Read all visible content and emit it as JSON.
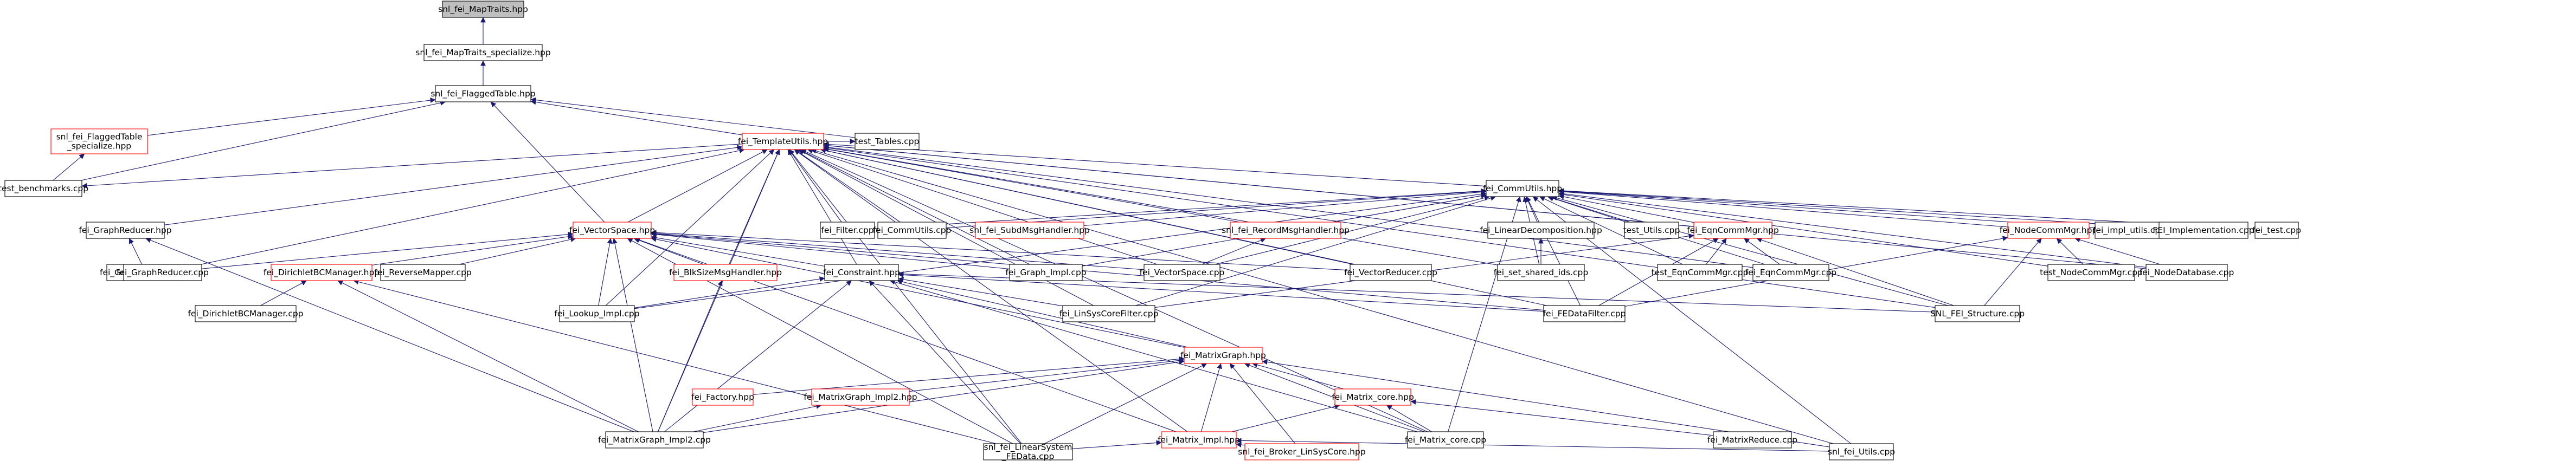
{
  "colors": {
    "edge": "#191970",
    "node_root_fill": "#bfbfbf",
    "node_root_border": "#000000",
    "node_normal_border": "#000000",
    "node_truncated_border": "#ff0000",
    "node_fill": "#ffffff"
  },
  "nodes": [
    {
      "id": "maptraits",
      "lines": [
        "snl_fei_MapTraits.hpp"
      ],
      "kind": "root"
    },
    {
      "id": "maptraits_spec",
      "lines": [
        "snl_fei_MapTraits_specialize.hpp"
      ],
      "kind": "normal"
    },
    {
      "id": "flaggedtable",
      "lines": [
        "snl_fei_FlaggedTable.hpp"
      ],
      "kind": "normal"
    },
    {
      "id": "flaggedtable_spec",
      "lines": [
        "snl_fei_FlaggedTable",
        "_specialize.hpp"
      ],
      "kind": "truncated"
    },
    {
      "id": "test_benchmarks",
      "lines": [
        "test_benchmarks.cpp"
      ],
      "kind": "normal"
    },
    {
      "id": "test_tables",
      "lines": [
        "test_Tables.cpp"
      ],
      "kind": "normal"
    },
    {
      "id": "templateutils",
      "lines": [
        "fei_TemplateUtils.hpp"
      ],
      "kind": "truncated"
    },
    {
      "id": "commutils",
      "lines": [
        "fei_CommUtils.hpp"
      ],
      "kind": "normal"
    },
    {
      "id": "graphreducer_hpp",
      "lines": [
        "fei_GraphReducer.hpp"
      ],
      "kind": "normal"
    },
    {
      "id": "graphreducer_cpp",
      "lines": [
        "fei_GraphReducer.cpp"
      ],
      "kind": "normal"
    },
    {
      "id": "vectorspace_hpp",
      "lines": [
        "fei_VectorSpace.hpp"
      ],
      "kind": "truncated"
    },
    {
      "id": "filter_cpp",
      "lines": [
        "fei_Filter.cpp"
      ],
      "kind": "normal"
    },
    {
      "id": "commutils_cpp",
      "lines": [
        "fei_CommUtils.cpp"
      ],
      "kind": "normal"
    },
    {
      "id": "submsghandler",
      "lines": [
        "snl_fei_SubdMsgHandler.hpp"
      ],
      "kind": "truncated"
    },
    {
      "id": "recordmsghandler",
      "lines": [
        "snl_fei_RecordMsgHandler.hpp"
      ],
      "kind": "truncated"
    },
    {
      "id": "lineardecomp",
      "lines": [
        "fei_LinearDecomposition.hpp"
      ],
      "kind": "normal"
    },
    {
      "id": "test_utils",
      "lines": [
        "test_Utils.cpp"
      ],
      "kind": "normal"
    },
    {
      "id": "eqncommmgr_hpp",
      "lines": [
        "fei_EqnCommMgr.hpp"
      ],
      "kind": "truncated"
    },
    {
      "id": "nodecommmgr_hpp",
      "lines": [
        "fei_NodeCommMgr.hpp"
      ],
      "kind": "truncated"
    },
    {
      "id": "impl_utils",
      "lines": [
        "fei_impl_utils.cpp"
      ],
      "kind": "normal"
    },
    {
      "id": "fei_impl_cpp",
      "lines": [
        "FEI_Implementation.cpp"
      ],
      "kind": "normal"
    },
    {
      "id": "fei_test",
      "lines": [
        "fei_test.cpp"
      ],
      "kind": "normal"
    },
    {
      "id": "graphreducer_cpp2",
      "lines": [
        "fei_GraphReducer.cpp"
      ],
      "kind": "normal"
    },
    {
      "id": "dirichlet_hpp",
      "lines": [
        "fei_DirichletBCManager.hpp"
      ],
      "kind": "truncated"
    },
    {
      "id": "reversemapper",
      "lines": [
        "fei_ReverseMapper.cpp"
      ],
      "kind": "normal"
    },
    {
      "id": "bcsmsghandler",
      "lines": [
        "fei_BlkSizeMsgHandler.hpp"
      ],
      "kind": "truncated"
    },
    {
      "id": "constraint_hpp",
      "lines": [
        "fei_Constraint.hpp"
      ],
      "kind": "normal"
    },
    {
      "id": "graph_impl",
      "lines": [
        "fei_Graph_Impl.cpp"
      ],
      "kind": "normal"
    },
    {
      "id": "vectorspace_cpp",
      "lines": [
        "fei_VectorSpace.cpp"
      ],
      "kind": "normal"
    },
    {
      "id": "vectorreducer",
      "lines": [
        "fei_VectorReducer.cpp"
      ],
      "kind": "normal"
    },
    {
      "id": "set_shared_ids",
      "lines": [
        "fei_set_shared_ids.cpp"
      ],
      "kind": "normal"
    },
    {
      "id": "test_eqncommmgr",
      "lines": [
        "test_EqnCommMgr.cpp"
      ],
      "kind": "normal"
    },
    {
      "id": "eqncommmgr_cpp",
      "lines": [
        "fei_EqnCommMgr.cpp"
      ],
      "kind": "normal"
    },
    {
      "id": "test_nodecommmgr",
      "lines": [
        "test_NodeCommMgr.cpp"
      ],
      "kind": "normal"
    },
    {
      "id": "nodedatabase",
      "lines": [
        "fei_NodeDatabase.cpp"
      ],
      "kind": "normal"
    },
    {
      "id": "dirichlet_cpp",
      "lines": [
        "fei_DirichletBCManager.cpp"
      ],
      "kind": "normal"
    },
    {
      "id": "lookup_impl",
      "lines": [
        "fei_Lookup_Impl.cpp"
      ],
      "kind": "normal"
    },
    {
      "id": "linsyscorefilter",
      "lines": [
        "fei_LinSysCoreFilter.cpp"
      ],
      "kind": "normal"
    },
    {
      "id": "fedatafilter",
      "lines": [
        "fei_FEDataFilter.cpp"
      ],
      "kind": "normal"
    },
    {
      "id": "snl_fei_structure",
      "lines": [
        "SNL_FEI_Structure.cpp"
      ],
      "kind": "normal"
    },
    {
      "id": "matrixgraph_hpp",
      "lines": [
        "fei_MatrixGraph.hpp"
      ],
      "kind": "truncated"
    },
    {
      "id": "factory_hpp",
      "lines": [
        "fei_Factory.hpp"
      ],
      "kind": "truncated"
    },
    {
      "id": "matrixgraph_impl2_hpp",
      "lines": [
        "fei_MatrixGraph_Impl2.hpp"
      ],
      "kind": "truncated"
    },
    {
      "id": "matrix_core_hpp",
      "lines": [
        "fei_Matrix_core.hpp"
      ],
      "kind": "truncated"
    },
    {
      "id": "matrixgraph_impl2_cpp",
      "lines": [
        "fei_MatrixGraph_Impl2.cpp"
      ],
      "kind": "normal"
    },
    {
      "id": "matrix_core_cpp",
      "lines": [
        "fei_Matrix_core.cpp"
      ],
      "kind": "normal"
    },
    {
      "id": "matrixreduce",
      "lines": [
        "fei_MatrixReduce.cpp"
      ],
      "kind": "normal"
    },
    {
      "id": "matrix_impl_hpp",
      "lines": [
        "fei_Matrix_Impl.hpp"
      ],
      "kind": "truncated"
    },
    {
      "id": "linearsystem_fedata",
      "lines": [
        "snl_fei_LinearSystem",
        "_FEData.cpp"
      ],
      "kind": "normal"
    },
    {
      "id": "broker_linsyscore",
      "lines": [
        "snl_fei_Broker_LinSysCore.hpp"
      ],
      "kind": "truncated"
    },
    {
      "id": "snl_fei_utils",
      "lines": [
        "snl_fei_Utils.cpp"
      ],
      "kind": "normal"
    }
  ],
  "edges": [
    [
      "maptraits_spec",
      "maptraits"
    ],
    [
      "flaggedtable",
      "maptraits_spec"
    ],
    [
      "flaggedtable_spec",
      "flaggedtable"
    ],
    [
      "test_benchmarks",
      "flaggedtable"
    ],
    [
      "test_tables",
      "flaggedtable"
    ],
    [
      "templateutils",
      "flaggedtable"
    ],
    [
      "vectorspace_hpp",
      "flaggedtable"
    ],
    [
      "test_benchmarks",
      "flaggedtable_spec"
    ],
    [
      "templateutils",
      "test_benchmarks"
    ],
    [
      "templateutils",
      "test_tables"
    ],
    [
      "commutils",
      "templateutils"
    ],
    [
      "graphreducer_hpp",
      "templateutils"
    ],
    [
      "vectorspace_hpp",
      "templateutils"
    ],
    [
      "filter_cpp",
      "templateutils"
    ],
    [
      "commutils_cpp",
      "templateutils"
    ],
    [
      "recordmsghandler",
      "templateutils"
    ],
    [
      "eqncommmgr_hpp",
      "templateutils"
    ],
    [
      "graphreducer_cpp2",
      "templateutils"
    ],
    [
      "lookup_impl",
      "templateutils"
    ],
    [
      "graph_impl",
      "templateutils"
    ],
    [
      "vectorspace_cpp",
      "templateutils"
    ],
    [
      "vectorreducer",
      "templateutils"
    ],
    [
      "set_shared_ids",
      "templateutils"
    ],
    [
      "eqncommmgr_cpp",
      "templateutils"
    ],
    [
      "nodedatabase",
      "templateutils"
    ],
    [
      "snl_fei_structure",
      "templateutils"
    ],
    [
      "linsyscorefilter",
      "templateutils"
    ],
    [
      "fedatafilter",
      "templateutils"
    ],
    [
      "matrixgraph_impl2_cpp",
      "templateutils"
    ],
    [
      "matrix_impl_hpp",
      "templateutils"
    ],
    [
      "linearsystem_fedata",
      "templateutils"
    ],
    [
      "snl_fei_utils",
      "templateutils"
    ],
    [
      "bcsmsghandler",
      "templateutils"
    ],
    [
      "constraint_hpp",
      "templateutils"
    ],
    [
      "matrix_core_cpp",
      "templateutils"
    ],
    [
      "filter_cpp",
      "commutils"
    ],
    [
      "commutils_cpp",
      "commutils"
    ],
    [
      "submsghandler",
      "commutils"
    ],
    [
      "recordmsghandler",
      "commutils"
    ],
    [
      "lineardecomp",
      "commutils"
    ],
    [
      "test_utils",
      "commutils"
    ],
    [
      "eqncommmgr_hpp",
      "commutils"
    ],
    [
      "nodecommmgr_hpp",
      "commutils"
    ],
    [
      "impl_utils",
      "commutils"
    ],
    [
      "fei_impl_cpp",
      "commutils"
    ],
    [
      "fei_test",
      "commutils"
    ],
    [
      "vectorspace_cpp",
      "commutils"
    ],
    [
      "set_shared_ids",
      "commutils"
    ],
    [
      "test_eqncommmgr",
      "commutils"
    ],
    [
      "eqncommmgr_cpp",
      "commutils"
    ],
    [
      "test_nodecommmgr",
      "commutils"
    ],
    [
      "nodedatabase",
      "commutils"
    ],
    [
      "snl_fei_structure",
      "commutils"
    ],
    [
      "linsyscorefilter",
      "commutils"
    ],
    [
      "fedatafilter",
      "commutils"
    ],
    [
      "matrix_core_cpp",
      "commutils"
    ],
    [
      "snl_fei_utils",
      "commutils"
    ],
    [
      "lookup_impl",
      "commutils"
    ],
    [
      "graph_impl",
      "commutils"
    ],
    [
      "graphreducer_cpp",
      "graphreducer_hpp"
    ],
    [
      "matrixgraph_impl2_cpp",
      "graphreducer_hpp"
    ],
    [
      "graphreducer_cpp2",
      "vectorspace_hpp"
    ],
    [
      "dirichlet_hpp",
      "vectorspace_hpp"
    ],
    [
      "reversemapper",
      "vectorspace_hpp"
    ],
    [
      "bcsmsghandler",
      "vectorspace_hpp"
    ],
    [
      "constraint_hpp",
      "vectorspace_hpp"
    ],
    [
      "graph_impl",
      "vectorspace_hpp"
    ],
    [
      "vectorspace_cpp",
      "vectorspace_hpp"
    ],
    [
      "vectorreducer",
      "vectorspace_hpp"
    ],
    [
      "lookup_impl",
      "vectorspace_hpp"
    ],
    [
      "matrixgraph_hpp",
      "vectorspace_hpp"
    ],
    [
      "matrixgraph_impl2_cpp",
      "vectorspace_hpp"
    ],
    [
      "linearsystem_fedata",
      "vectorspace_hpp"
    ],
    [
      "fedatafilter",
      "vectorspace_hpp"
    ],
    [
      "matrix_impl_hpp",
      "vectorspace_hpp"
    ],
    [
      "dirichlet_cpp",
      "dirichlet_hpp"
    ],
    [
      "matrixgraph_impl2_cpp",
      "dirichlet_hpp"
    ],
    [
      "linearsystem_fedata",
      "dirichlet_hpp"
    ],
    [
      "lookup_impl",
      "constraint_hpp"
    ],
    [
      "matrixgraph_hpp",
      "constraint_hpp"
    ],
    [
      "matrixgraph_impl2_cpp",
      "constraint_hpp"
    ],
    [
      "linearsystem_fedata",
      "constraint_hpp"
    ],
    [
      "linsyscorefilter",
      "constraint_hpp"
    ],
    [
      "matrix_core_cpp",
      "constraint_hpp"
    ],
    [
      "fedatafilter",
      "constraint_hpp"
    ],
    [
      "snl_fei_structure",
      "constraint_hpp"
    ],
    [
      "matrixgraph_impl2_cpp",
      "bcsmsghandler"
    ],
    [
      "vectorspace_cpp",
      "recordmsghandler"
    ],
    [
      "set_shared_ids",
      "lineardecomp"
    ],
    [
      "test_eqncommmgr",
      "eqncommmgr_hpp"
    ],
    [
      "eqncommmgr_cpp",
      "eqncommmgr_hpp"
    ],
    [
      "fedatafilter",
      "eqncommmgr_hpp"
    ],
    [
      "snl_fei_structure",
      "eqncommmgr_hpp"
    ],
    [
      "linsyscorefilter",
      "eqncommmgr_hpp"
    ],
    [
      "test_nodecommmgr",
      "nodecommmgr_hpp"
    ],
    [
      "nodedatabase",
      "nodecommmgr_hpp"
    ],
    [
      "snl_fei_structure",
      "nodecommmgr_hpp"
    ],
    [
      "fedatafilter",
      "nodecommmgr_hpp"
    ],
    [
      "factory_hpp",
      "matrixgraph_hpp"
    ],
    [
      "matrixgraph_impl2_hpp",
      "matrixgraph_hpp"
    ],
    [
      "matrix_core_hpp",
      "matrixgraph_hpp"
    ],
    [
      "matrixgraph_impl2_cpp",
      "matrixgraph_hpp"
    ],
    [
      "matrix_core_cpp",
      "matrixgraph_hpp"
    ],
    [
      "matrix_impl_hpp",
      "matrixgraph_hpp"
    ],
    [
      "linearsystem_fedata",
      "matrixgraph_hpp"
    ],
    [
      "broker_linsyscore",
      "matrixgraph_hpp"
    ],
    [
      "snl_fei_utils",
      "matrixgraph_hpp"
    ],
    [
      "matrixgraph_impl2_cpp",
      "matrixgraph_impl2_hpp"
    ],
    [
      "matrix_core_cpp",
      "matrix_core_hpp"
    ],
    [
      "matrixreduce",
      "matrix_core_hpp"
    ],
    [
      "matrix_impl_hpp",
      "matrix_core_hpp"
    ],
    [
      "linearsystem_fedata",
      "matrix_impl_hpp"
    ],
    [
      "broker_linsyscore",
      "matrix_impl_hpp"
    ],
    [
      "snl_fei_utils",
      "matrix_impl_hpp"
    ]
  ]
}
